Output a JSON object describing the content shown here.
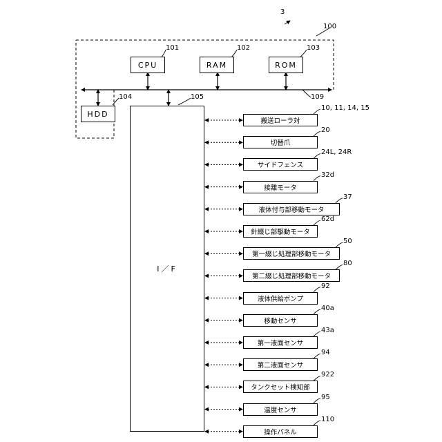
{
  "figure_number": "3",
  "controller_ref": "100",
  "bus_ref": "109",
  "components": {
    "cpu": {
      "label": "CPU",
      "ref": "101"
    },
    "ram": {
      "label": "RAM",
      "ref": "102"
    },
    "rom": {
      "label": "ROM",
      "ref": "103"
    },
    "hdd": {
      "label": "HDD",
      "ref": "104"
    }
  },
  "interface": {
    "label": "I／F",
    "ref": "105"
  },
  "devices": [
    {
      "label": "搬送ローラ対",
      "ref": "10, 11, 14, 15"
    },
    {
      "label": "切替爪",
      "ref": "20"
    },
    {
      "label": "サイドフェンス",
      "ref": "24L, 24R"
    },
    {
      "label": "接離モータ",
      "ref": "32d"
    },
    {
      "label": "液体付与部移動モータ",
      "ref": "37"
    },
    {
      "label": "針綴じ部駆動モータ",
      "ref": "62d"
    },
    {
      "label": "第一綴じ処理部移動モータ",
      "ref": "50"
    },
    {
      "label": "第二綴じ処理部移動モータ",
      "ref": "80"
    },
    {
      "label": "液体供給ポンプ",
      "ref": "92"
    },
    {
      "label": "移動センサ",
      "ref": "40a"
    },
    {
      "label": "第一液面センサ",
      "ref": "43a"
    },
    {
      "label": "第二液面センサ",
      "ref": "94"
    },
    {
      "label": "タンクセット検知部",
      "ref": "922"
    },
    {
      "label": "温度センサ",
      "ref": "95"
    },
    {
      "label": "操作パネル",
      "ref": "110"
    }
  ]
}
